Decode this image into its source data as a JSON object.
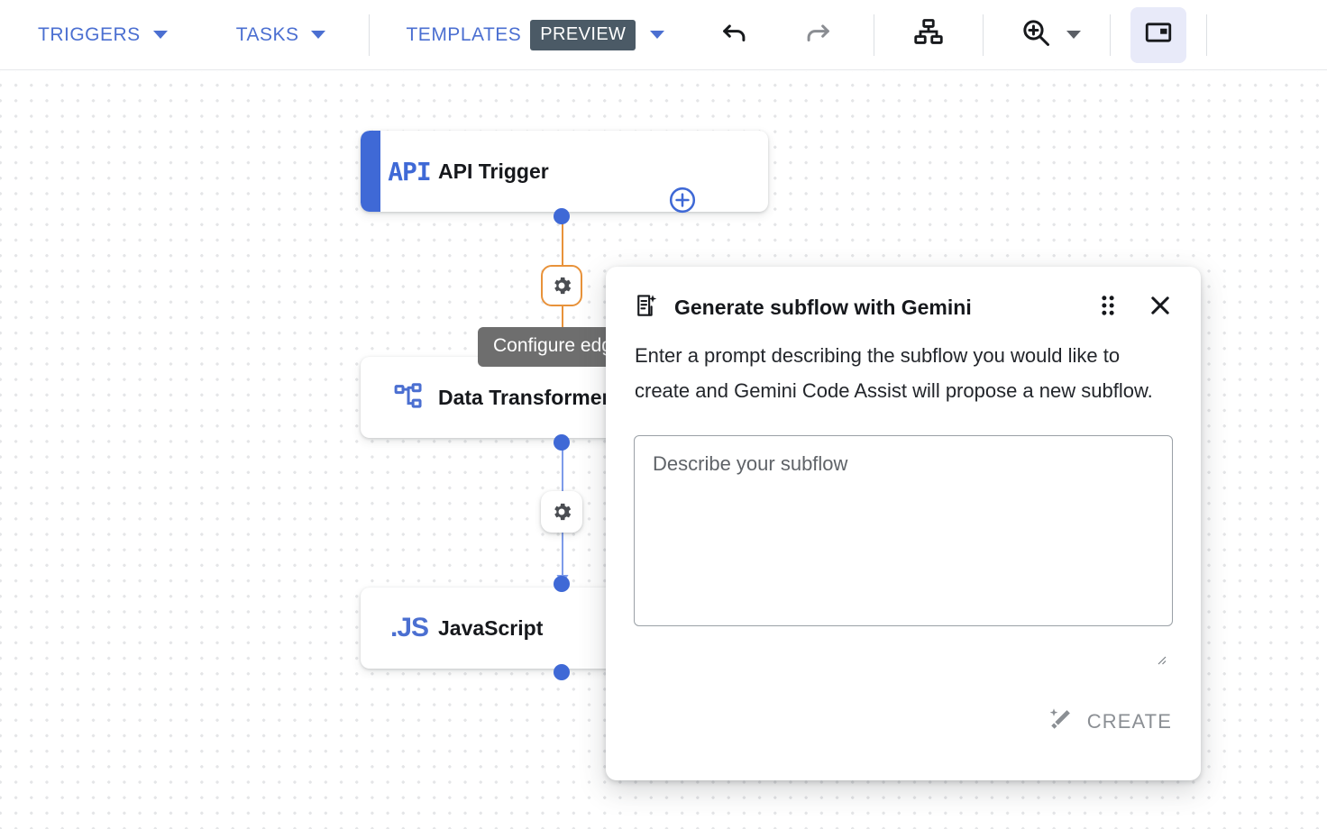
{
  "toolbar": {
    "triggers_label": "TRIGGERS",
    "tasks_label": "TASKS",
    "templates_label": "TEMPLATES",
    "preview_badge": "PREVIEW",
    "icons": {
      "undo": "undo-icon",
      "redo": "redo-icon",
      "layout": "auto-layout-icon",
      "zoom": "zoom-in-icon",
      "minimap": "minimap-toggle-icon"
    },
    "accent_color": "#4b6fd1",
    "preview_badge_color": "#4b5a66",
    "active_icon_bg": "#e8eaf9"
  },
  "canvas": {
    "nodes": [
      {
        "id": "api-trigger",
        "glyph": "API",
        "label": "API Trigger",
        "accent": "#3f69d6"
      },
      {
        "id": "data-transformer",
        "glyph": "transform-icon",
        "label": "Data Transformer",
        "accent": "#4b6fd1"
      },
      {
        "id": "javascript",
        "glyph": ".JS",
        "label": "JavaScript",
        "accent": "#4b6fd1"
      }
    ],
    "edges": [
      {
        "id": "edge-1",
        "from": "api-trigger",
        "to": "data-transformer",
        "color": "#e8923a",
        "selected": true
      },
      {
        "id": "edge-2",
        "from": "data-transformer",
        "to": "javascript",
        "color": "#7d9bea",
        "selected": false
      }
    ],
    "tooltip": "Configure edge",
    "add_node_icon": "add-circle-icon"
  },
  "gemini": {
    "title": "Generate subflow with Gemini",
    "title_icon": "document-sparkle-icon",
    "drag_handle_icon": "drag-handle-icon",
    "close_icon": "close-icon",
    "body": "Enter a prompt describing the subflow you would like to create and Gemini Code Assist will propose a new subflow.",
    "textarea_value": "",
    "textarea_placeholder": "Describe your subflow",
    "create_label": "CREATE",
    "create_icon": "magic-wand-icon",
    "create_enabled": false
  }
}
